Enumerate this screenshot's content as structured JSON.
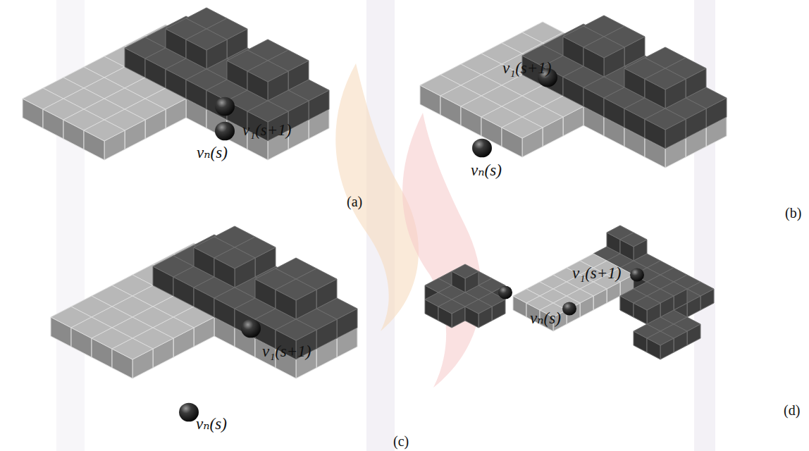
{
  "diagram": {
    "labels": [
      "v₁(s+1)",
      "vₙ(s)",
      "(a)",
      "v₁(s+1)",
      "vₙ(s)",
      "(b)",
      "v₁(s+1)",
      "vₙ(s)",
      "(c)",
      "v₁(s+1)",
      "vₙ(s)",
      "(d)"
    ]
  }
}
